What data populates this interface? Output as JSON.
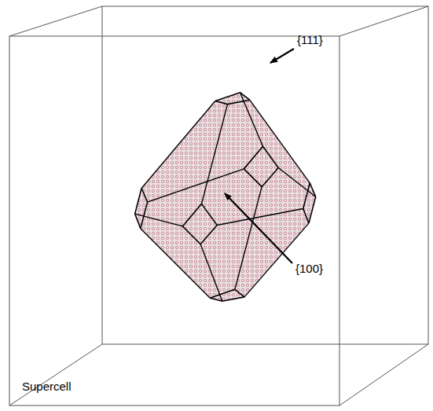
{
  "diagram": {
    "labels": [
      "{111}",
      "{100}",
      "Supercell"
    ]
  }
}
